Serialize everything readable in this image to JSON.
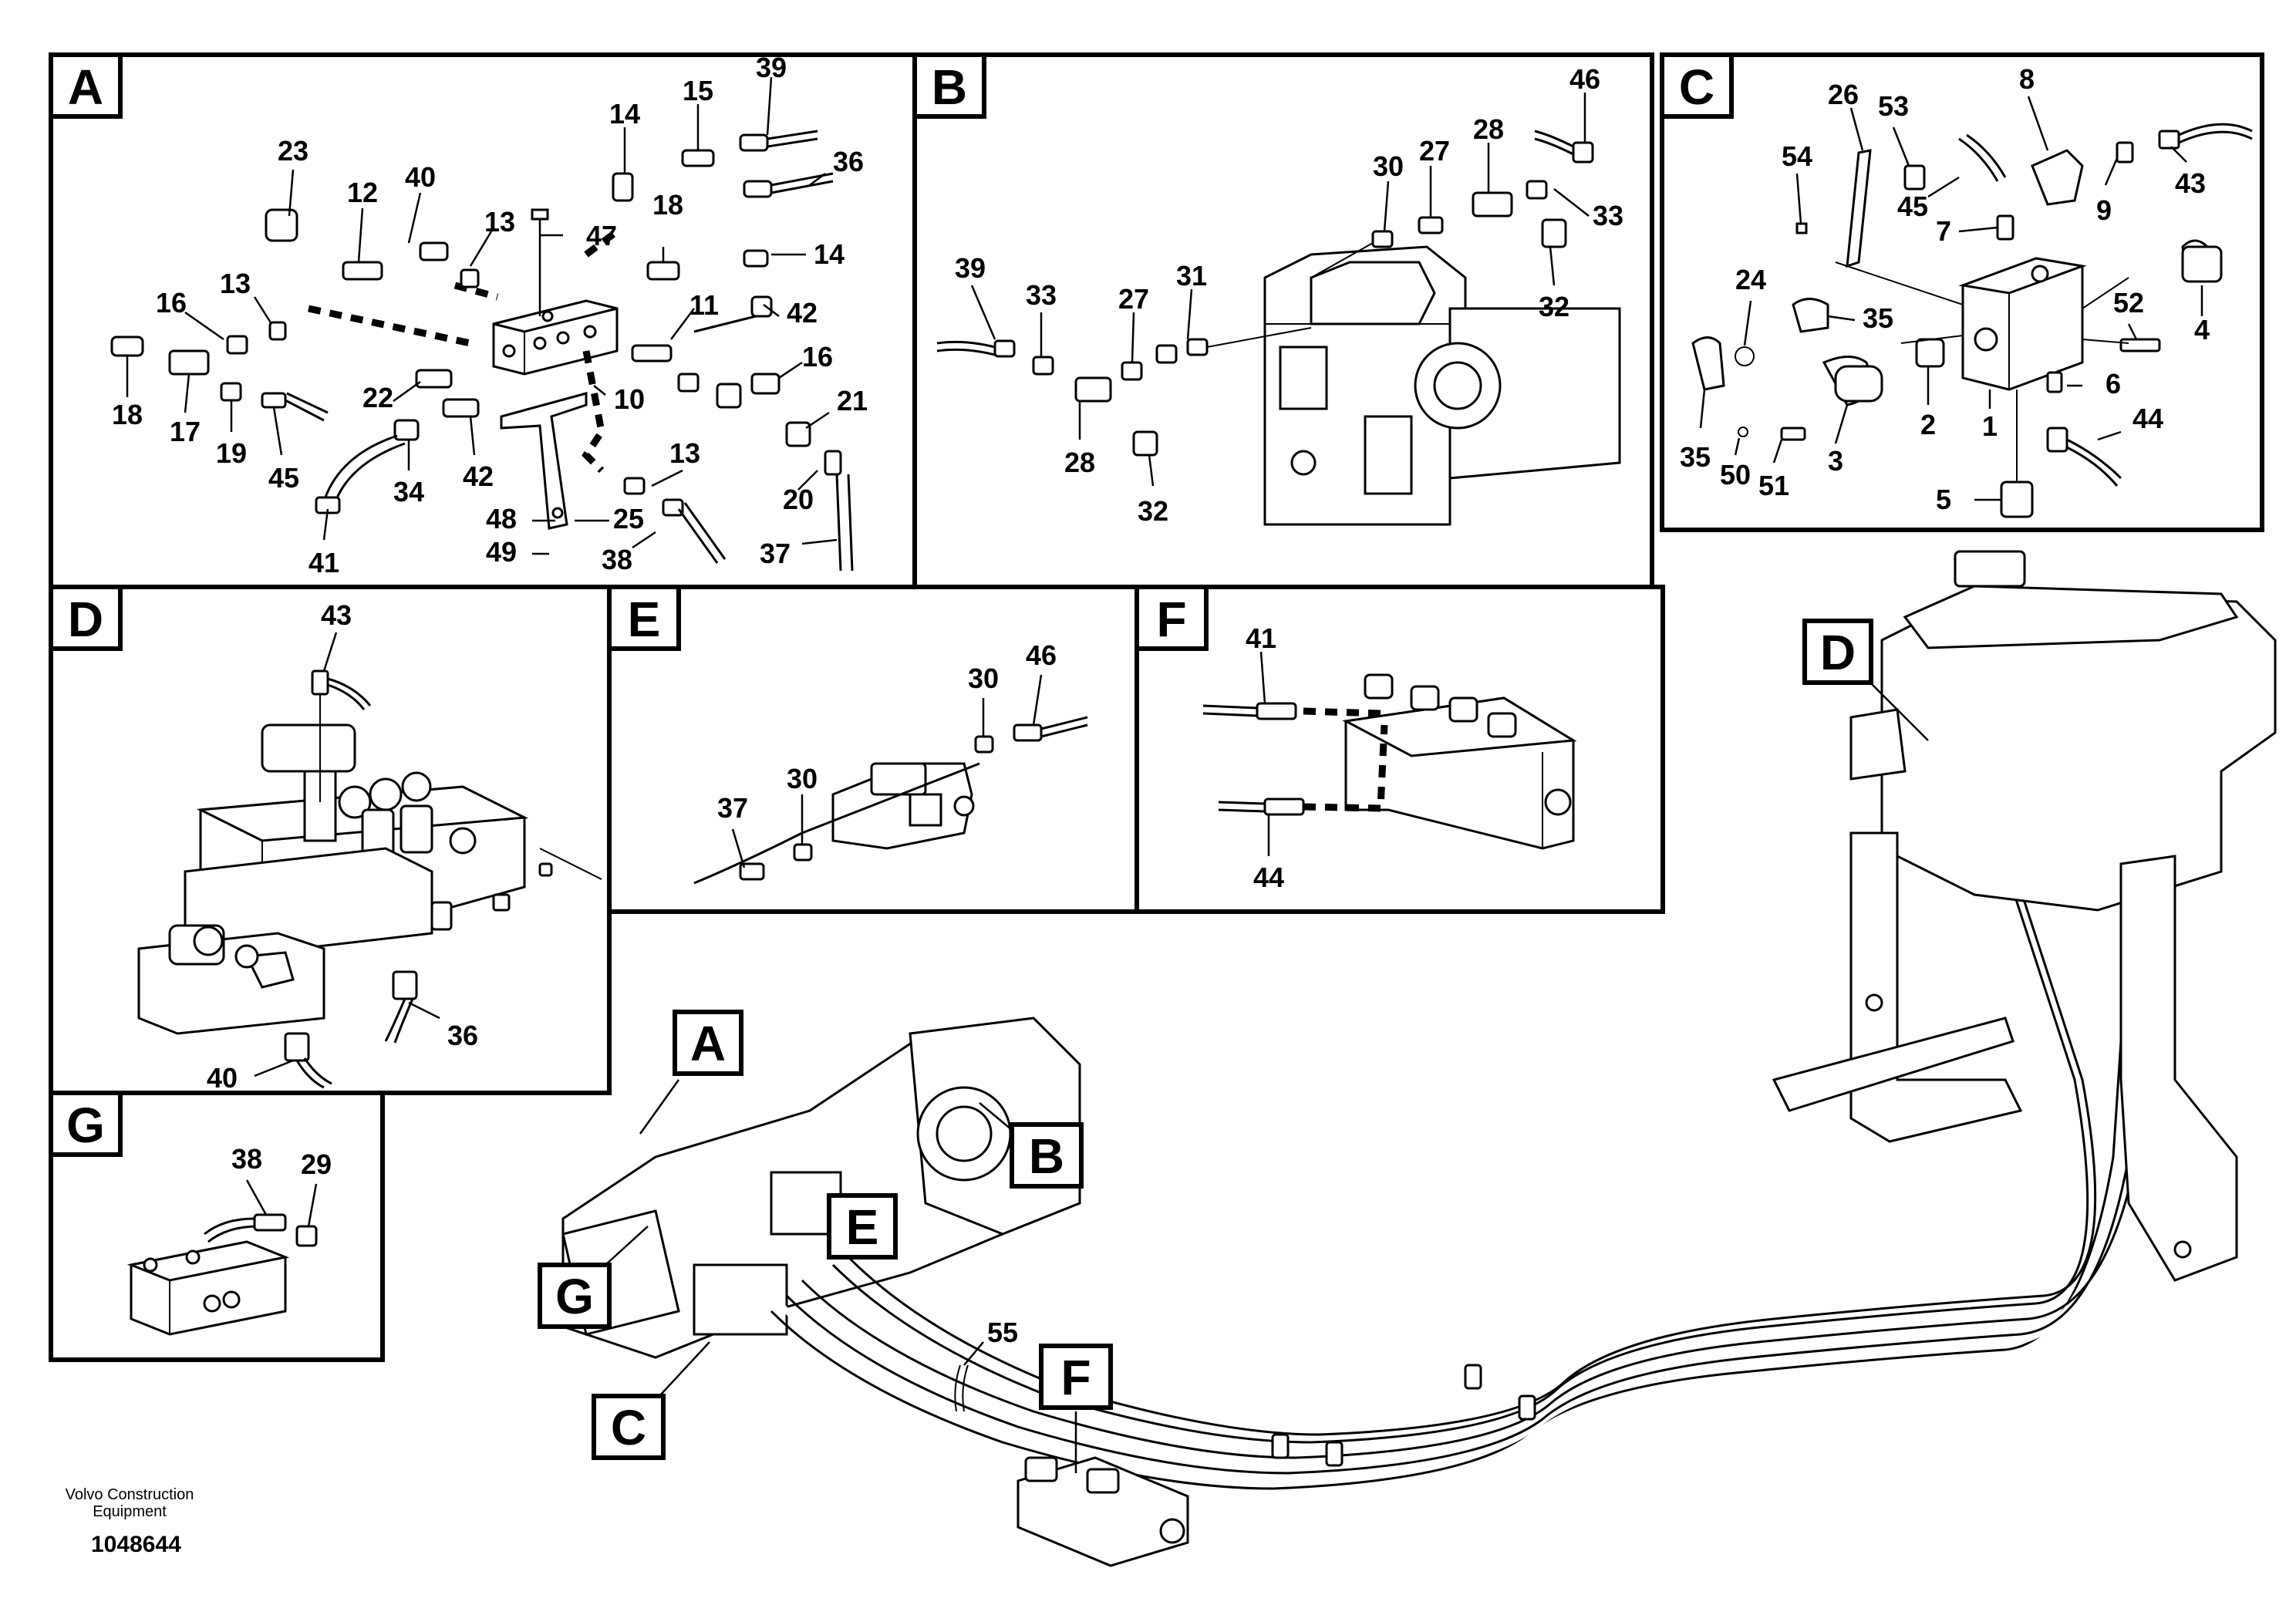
{
  "panels": {
    "A": {
      "label": "A",
      "callouts": [
        "39",
        "15",
        "14",
        "36",
        "23",
        "12",
        "40",
        "13",
        "47",
        "18",
        "14",
        "16",
        "13",
        "11",
        "42",
        "16",
        "18",
        "17",
        "19",
        "45",
        "22",
        "34",
        "42",
        "10",
        "21",
        "13",
        "20",
        "48",
        "25",
        "49",
        "38",
        "37",
        "41"
      ]
    },
    "B": {
      "label": "B",
      "callouts": [
        "46",
        "28",
        "30",
        "27",
        "33",
        "39",
        "33",
        "27",
        "31",
        "32",
        "28",
        "32"
      ]
    },
    "C": {
      "label": "C",
      "callouts": [
        "8",
        "26",
        "53",
        "54",
        "45",
        "7",
        "9",
        "43",
        "24",
        "35",
        "4",
        "52",
        "6",
        "1",
        "2",
        "3",
        "44",
        "35",
        "50",
        "51",
        "5"
      ]
    },
    "D": {
      "label": "D",
      "callouts": [
        "43",
        "36",
        "40"
      ]
    },
    "E": {
      "label": "E",
      "callouts": [
        "30",
        "46",
        "37",
        "30"
      ]
    },
    "F": {
      "label": "F",
      "callouts": [
        "41",
        "44"
      ]
    },
    "G": {
      "label": "G",
      "callouts": [
        "38",
        "29"
      ]
    }
  },
  "overview": {
    "tags": [
      "A",
      "B",
      "C",
      "D",
      "E",
      "F",
      "G"
    ],
    "callouts": [
      "55"
    ]
  },
  "footer": {
    "company_line1": "Volvo Construction",
    "company_line2": "Equipment",
    "doc_number": "1048644"
  }
}
